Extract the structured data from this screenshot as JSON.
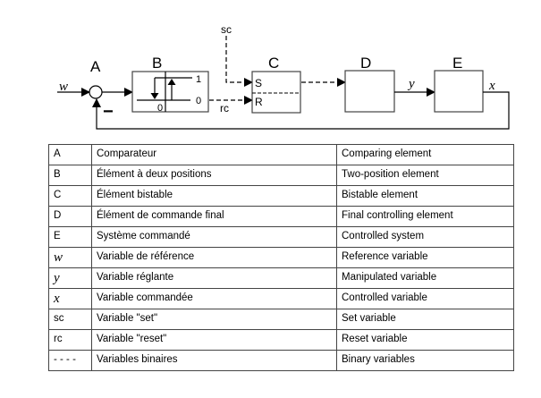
{
  "diagram": {
    "blocks": [
      {
        "id": "A",
        "label": "A",
        "shape": "circle"
      },
      {
        "id": "B",
        "label": "B",
        "shape": "box"
      },
      {
        "id": "C",
        "label": "C",
        "shape": "box"
      },
      {
        "id": "D",
        "label": "D",
        "shape": "box"
      },
      {
        "id": "E",
        "label": "E",
        "shape": "box"
      }
    ],
    "signals": {
      "w": "w",
      "y": "y",
      "x": "x",
      "sc": "sc",
      "rc": "rc",
      "feedback_sign": "−"
    },
    "block_b": {
      "level_high": "1",
      "level_low": "0",
      "threshold": "0"
    },
    "block_c": {
      "set_port": "S",
      "reset_port": "R"
    }
  },
  "legend": {
    "rows": [
      {
        "symbol": "A",
        "italic": false,
        "fr": "Comparateur",
        "en": "Comparing element"
      },
      {
        "symbol": "B",
        "italic": false,
        "fr": "Élément à deux positions",
        "en": "Two-position element"
      },
      {
        "symbol": "C",
        "italic": false,
        "fr": "Élément bistable",
        "en": "Bistable element"
      },
      {
        "symbol": "D",
        "italic": false,
        "fr": "Élément de commande final",
        "en": "Final controlling element"
      },
      {
        "symbol": "E",
        "italic": false,
        "fr": "Système commandé",
        "en": "Controlled system"
      },
      {
        "symbol": "w",
        "italic": true,
        "fr": "Variable de référence",
        "en": "Reference variable"
      },
      {
        "symbol": "y",
        "italic": true,
        "fr": "Variable réglante",
        "en": "Manipulated variable"
      },
      {
        "symbol": "x",
        "italic": true,
        "fr": "Variable commandée",
        "en": "Controlled variable"
      },
      {
        "symbol": "sc",
        "italic": false,
        "fr": "Variable \"set\"",
        "en": "Set variable"
      },
      {
        "symbol": "rc",
        "italic": false,
        "fr": "Variable \"reset\"",
        "en": "Reset variable"
      },
      {
        "symbol": "- - - -",
        "italic": false,
        "fr": "Variables binaires",
        "en": "Binary variables"
      }
    ]
  }
}
